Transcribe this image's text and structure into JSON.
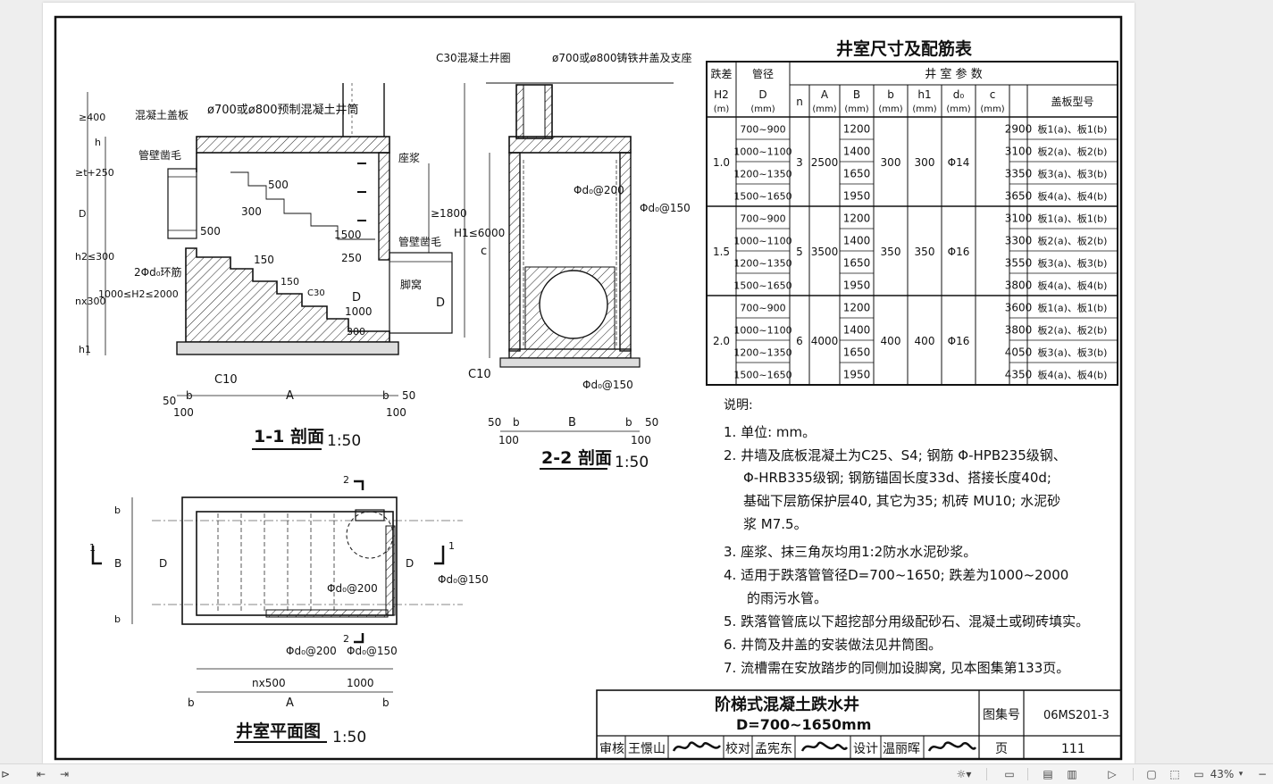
{
  "table": {
    "title": "井室尺寸及配筋表",
    "headers": {
      "drop": "跌差",
      "pipe": "管径",
      "params": "井 室 参 数",
      "h2": "H2",
      "h2_unit": "(m)",
      "d": "D",
      "d_unit": "(mm)",
      "n": "n",
      "a": "A",
      "a_unit": "(mm)",
      "b_cap": "B",
      "b_unit": "(mm)",
      "b_low": "b",
      "b_low_unit": "(mm)",
      "h1": "h1",
      "h1_unit": "(mm)",
      "d0": "d₀",
      "d0_unit": "(mm)",
      "c": "c",
      "c_unit": "(mm)",
      "cover": "盖板型号"
    },
    "groups": [
      {
        "h2": "1.0",
        "n": "3",
        "a": "2500",
        "b": "300",
        "h1": "300",
        "d0": "Φ14",
        "rows": [
          {
            "d": "700~900",
            "B": "1200",
            "c": "2900",
            "cover": "板1(a)、板1(b)"
          },
          {
            "d": "1000~1100",
            "B": "1400",
            "c": "3100",
            "cover": "板2(a)、板2(b)"
          },
          {
            "d": "1200~1350",
            "B": "1650",
            "c": "3350",
            "cover": "板3(a)、板3(b)"
          },
          {
            "d": "1500~1650",
            "B": "1950",
            "c": "3650",
            "cover": "板4(a)、板4(b)"
          }
        ]
      },
      {
        "h2": "1.5",
        "n": "5",
        "a": "3500",
        "b": "350",
        "h1": "350",
        "d0": "Φ16",
        "rows": [
          {
            "d": "700~900",
            "B": "1200",
            "c": "3100",
            "cover": "板1(a)、板1(b)"
          },
          {
            "d": "1000~1100",
            "B": "1400",
            "c": "3300",
            "cover": "板2(a)、板2(b)"
          },
          {
            "d": "1200~1350",
            "B": "1650",
            "c": "3550",
            "cover": "板3(a)、板3(b)"
          },
          {
            "d": "1500~1650",
            "B": "1950",
            "c": "3800",
            "cover": "板4(a)、板4(b)"
          }
        ]
      },
      {
        "h2": "2.0",
        "n": "6",
        "a": "4000",
        "b": "400",
        "h1": "400",
        "d0": "Φ16",
        "rows": [
          {
            "d": "700~900",
            "B": "1200",
            "c": "3600",
            "cover": "板1(a)、板1(b)"
          },
          {
            "d": "1000~1100",
            "B": "1400",
            "c": "3800",
            "cover": "板2(a)、板2(b)"
          },
          {
            "d": "1200~1350",
            "B": "1650",
            "c": "4050",
            "cover": "板3(a)、板3(b)"
          },
          {
            "d": "1500~1650",
            "B": "1950",
            "c": "4350",
            "cover": "板4(a)、板4(b)"
          }
        ]
      }
    ]
  },
  "notes": {
    "heading": "说明:",
    "lines": [
      "1. 单位: mm。",
      "2. 井墙及底板混凝土为C25、S4; 钢筋 Φ-HPB235级钢、",
      "Φ-HRB335级钢; 钢筋锚固长度33d、搭接长度40d;",
      "基础下层筋保护层40, 其它为35; 机砖 MU10; 水泥砂",
      "浆 M7.5。",
      "3. 座浆、抹三角灰均用1:2防水水泥砂浆。",
      "4. 适用于跌落管管径D=700~1650; 跌差为1000~2000",
      "的雨污水管。",
      "5. 跌落管管底以下超挖部分用级配砂石、混凝土或砌砖填实。",
      "6. 井筒及井盖的安装做法见井筒图。",
      "7. 流槽需在安放踏步的同侧加设脚窝, 见本图集第133页。"
    ]
  },
  "title_block": {
    "title1": "阶梯式混凝土跌水井",
    "title2": "D=700~1650mm",
    "atlas_label": "图集号",
    "atlas_no": "06MS201-3",
    "page_label": "页",
    "page_no": "111",
    "review_label": "审核",
    "reviewer": "王憬山",
    "check_label": "校对",
    "checker": "孟宪东",
    "design_label": "设计",
    "designer": "温丽晖"
  },
  "sec11": {
    "title": "1-1 剖面",
    "scale": "1:50",
    "labels": {
      "cover_plate": "混凝土盖板",
      "shaft": "ø700或ø800预制混凝土井筒",
      "pipe_wall_l": "管壁凿毛",
      "pipe_wall_r": "管壁凿毛",
      "bedding": "座浆",
      "ring": "2Φd₀环筋",
      "foot": "脚窝",
      "c30": "C30",
      "c10": "C10",
      "d500a": "500",
      "d300a": "300",
      "d500b": "500",
      "d1500": "1500",
      "d150": "150",
      "d150b": "150",
      "d250": "250",
      "d1000": "1000",
      "d300b": "300",
      "dD": "D",
      "dD2": "D",
      "h_gt1800": "≥1800",
      "h_h1": "H1≤6000",
      "l400": "≥400",
      "lh": "h",
      "lt250": "≥t+250",
      "lD": "D",
      "l300": "h2≤300",
      "ln300": "nx300",
      "lH2": "1000≤H2≤2000",
      "lh1": "h1",
      "dim50": "50",
      "dimb": "b",
      "dimA": "A",
      "dimb2": "b",
      "dim50r": "50",
      "dim100": "100",
      "dim100r": "100"
    }
  },
  "sec22": {
    "title": "2-2 剖面",
    "scale": "1:50",
    "labels": {
      "ring": "C30混凝土井圈",
      "lid": "ø700或ø800铸铁井盖及支座",
      "rebar200": "Φd₀@200",
      "rebar150": "Φd₀@150",
      "rebar150b": "Φd₀@150",
      "c": "c",
      "c10": "C10",
      "dim50": "50",
      "dimb": "b",
      "dimB": "B",
      "dimb2": "b",
      "dim50r": "50",
      "dim100": "100",
      "dim100r": "100"
    }
  },
  "plan": {
    "title": "井室平面图",
    "scale": "1:50",
    "labels": {
      "rebar200": "Φd₀@200",
      "rebar200b": "Φd₀@200",
      "rebar150": "Φd₀@150",
      "rebar150b": "Φd₀@150",
      "b1": "b",
      "B": "B",
      "b2": "b",
      "D": "D",
      "D2": "D",
      "nx500": "nx500",
      "d1000": "1000",
      "dimb": "b",
      "dimA": "A",
      "dimb2": "b",
      "cut1": "1",
      "cut1b": "1",
      "cut2": "2",
      "cut2b": "2"
    }
  },
  "statusbar": {
    "zoom": "43%",
    "zoom_caret": "▾"
  }
}
